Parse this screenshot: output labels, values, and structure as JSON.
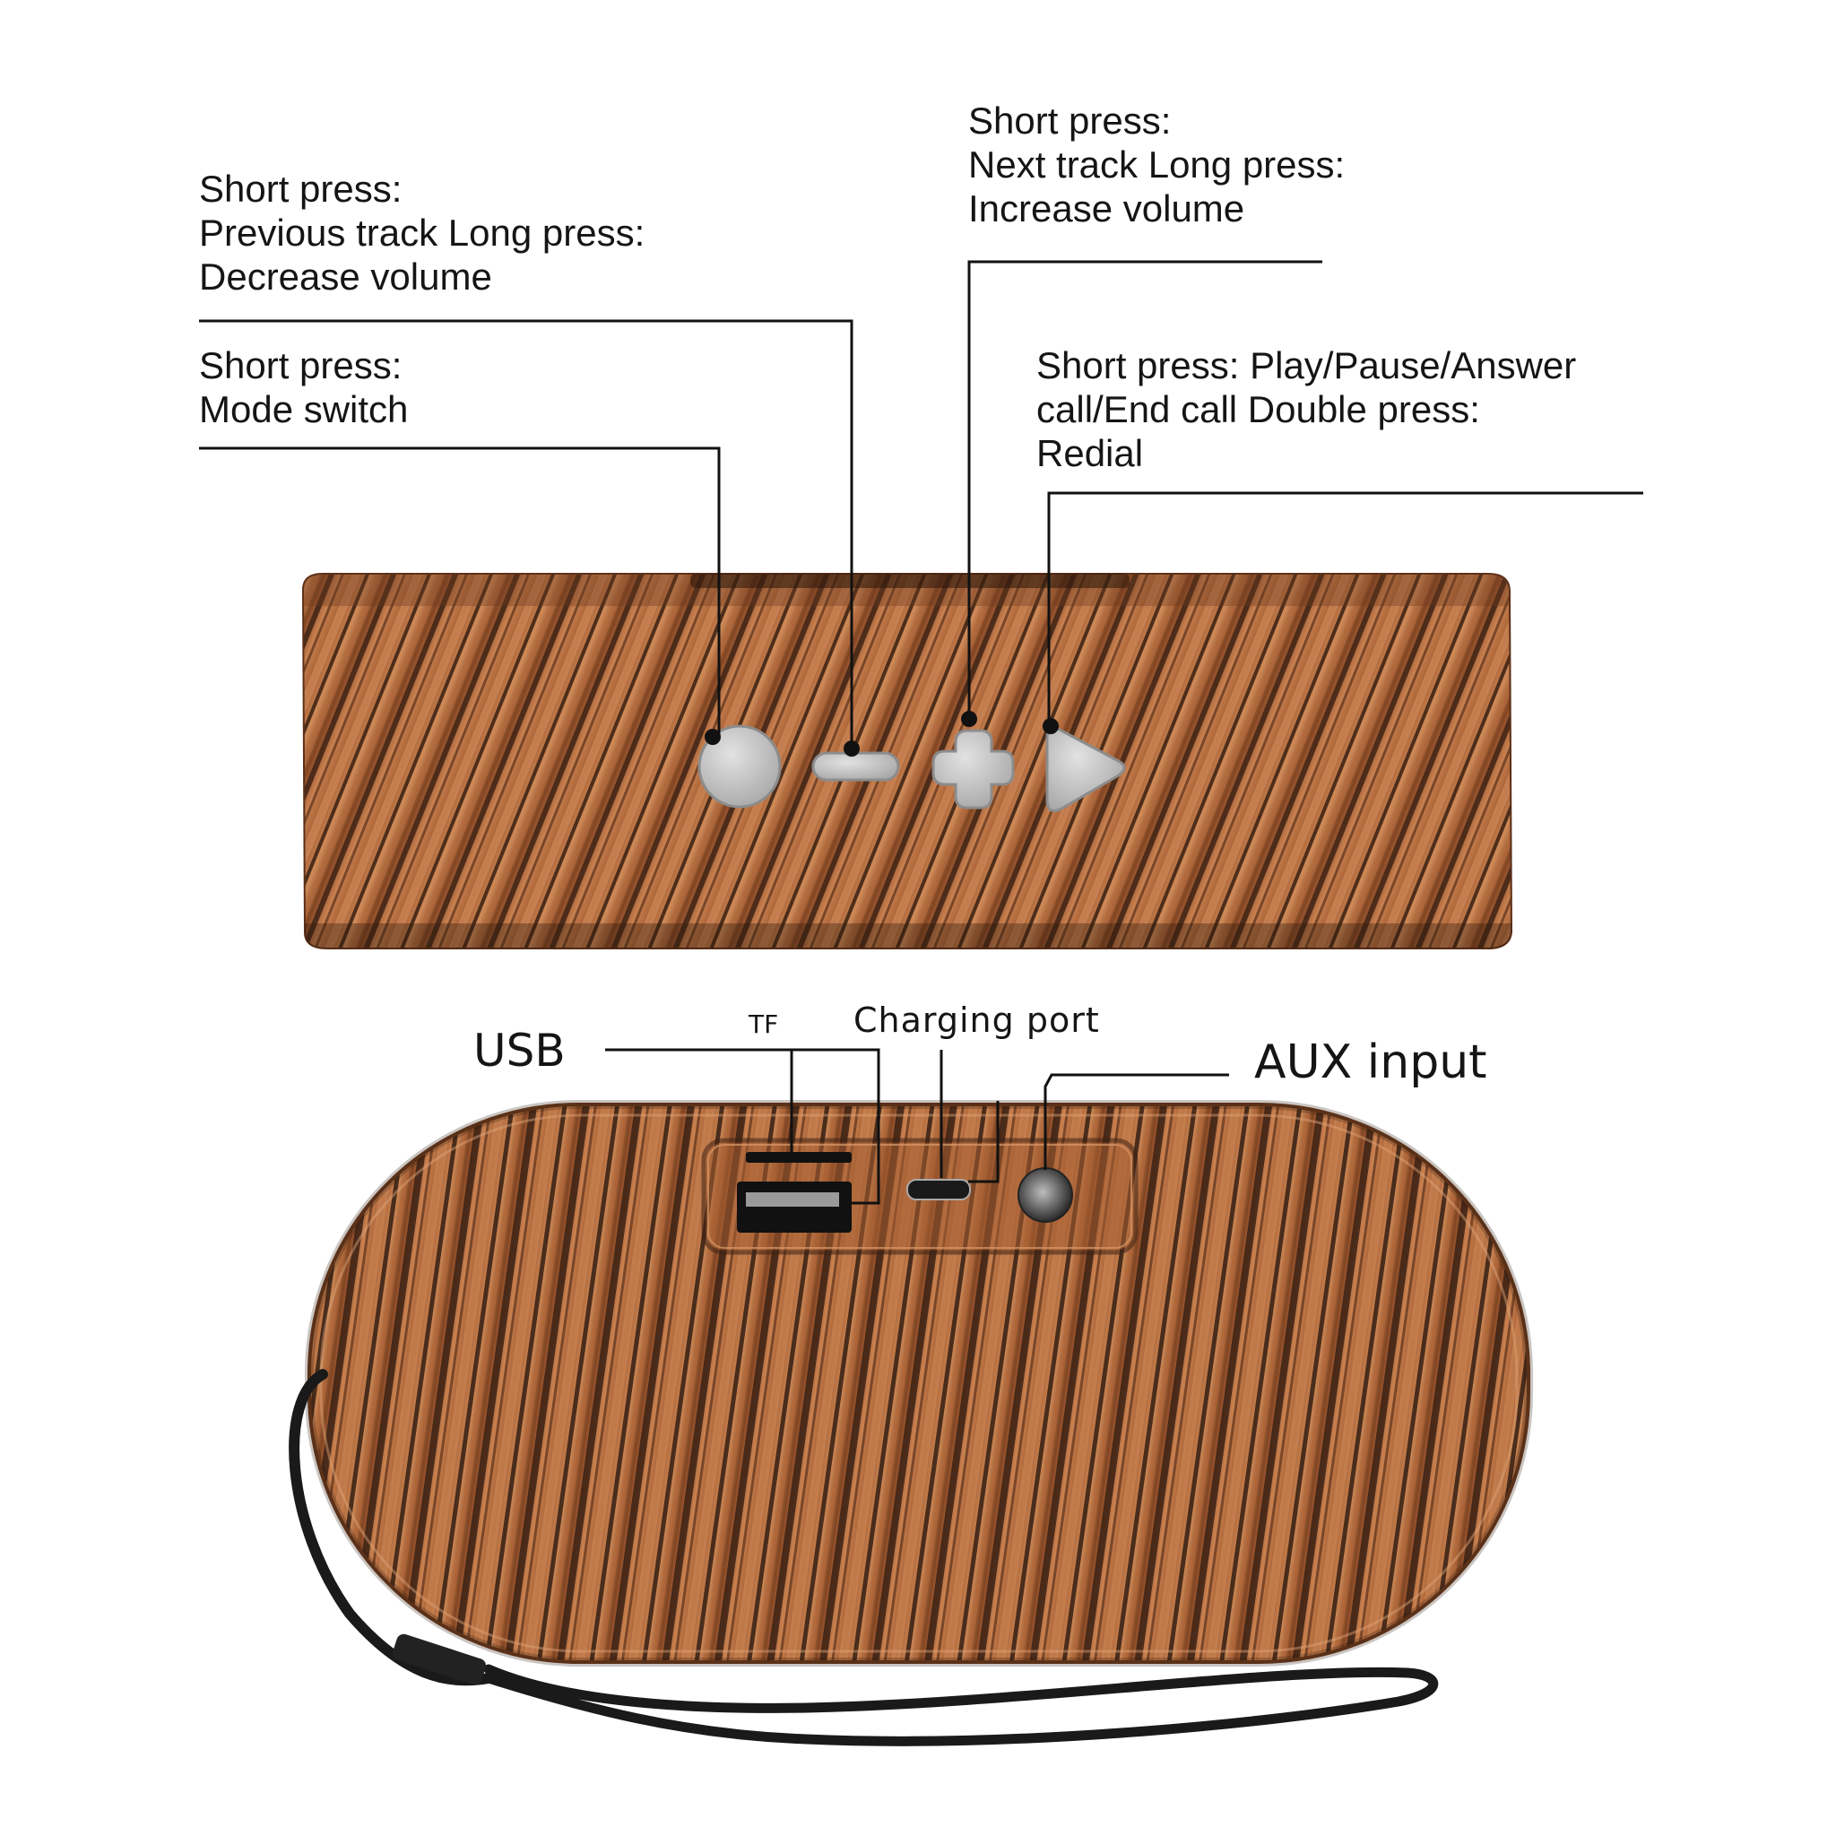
{
  "top_callouts": {
    "prev_track": [
      "Short press:",
      "Previous track Long press:",
      "Decrease volume"
    ],
    "mode_switch": [
      "Short press:",
      "Mode switch"
    ],
    "next_track": [
      "Short press:",
      "Next track Long press:",
      "Increase volume"
    ],
    "play_pause": [
      "Short press: Play/Pause/Answer",
      "call/End call Double press:",
      "Redial"
    ]
  },
  "bottom_callouts": {
    "usb": "USB",
    "tf": "TF",
    "charging": "Charging port",
    "aux": "AUX input"
  },
  "icons": {
    "mode_button": "circle-icon",
    "minus_button": "minus-icon",
    "plus_button": "plus-icon",
    "play_button": "play-icon",
    "usb_port": "usb-port-icon",
    "tf_slot": "tf-slot-icon",
    "micro_usb_port": "micro-usb-port-icon",
    "aux_jack": "aux-jack-icon"
  },
  "colors": {
    "wood_light": "#c67a45",
    "wood_dark": "#3d2214",
    "button_silver": "#c9c9c9",
    "line": "#111111"
  }
}
